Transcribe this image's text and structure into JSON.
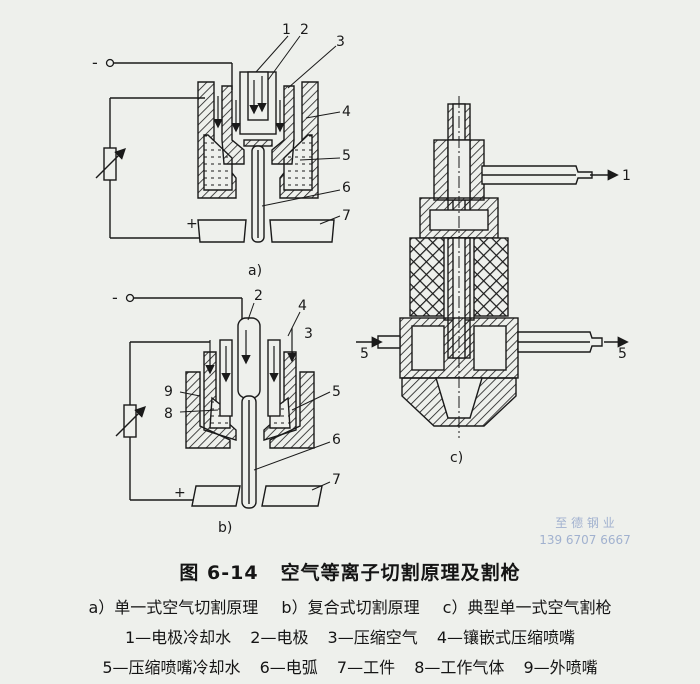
{
  "figure": {
    "number": "图 6-14",
    "title": "空气等离子切割原理及割枪"
  },
  "panels": {
    "a": "a)",
    "b": "b)",
    "c": "c)"
  },
  "subcaptions": [
    "a）单一式空气切割原理",
    "b）复合式切割原理",
    "c）典型单一式空气割枪"
  ],
  "legend": [
    "1—电极冷却水",
    "2—电极",
    "3—压缩空气",
    "4—镶嵌式压缩喷嘴",
    "5—压缩喷嘴冷却水",
    "6—电弧",
    "7—工件",
    "8—工作气体",
    "9—外喷嘴"
  ],
  "callouts_a": [
    "1",
    "2",
    "3",
    "4",
    "5",
    "6",
    "7"
  ],
  "callouts_b": [
    "2",
    "4",
    "3",
    "9",
    "8",
    "5",
    "6",
    "7"
  ],
  "callouts_c": [
    "1",
    "5",
    "5"
  ],
  "polarity": {
    "minus": "-",
    "plus": "+"
  },
  "watermark": [
    "至 德 钢 业",
    "139 6707 6667"
  ]
}
